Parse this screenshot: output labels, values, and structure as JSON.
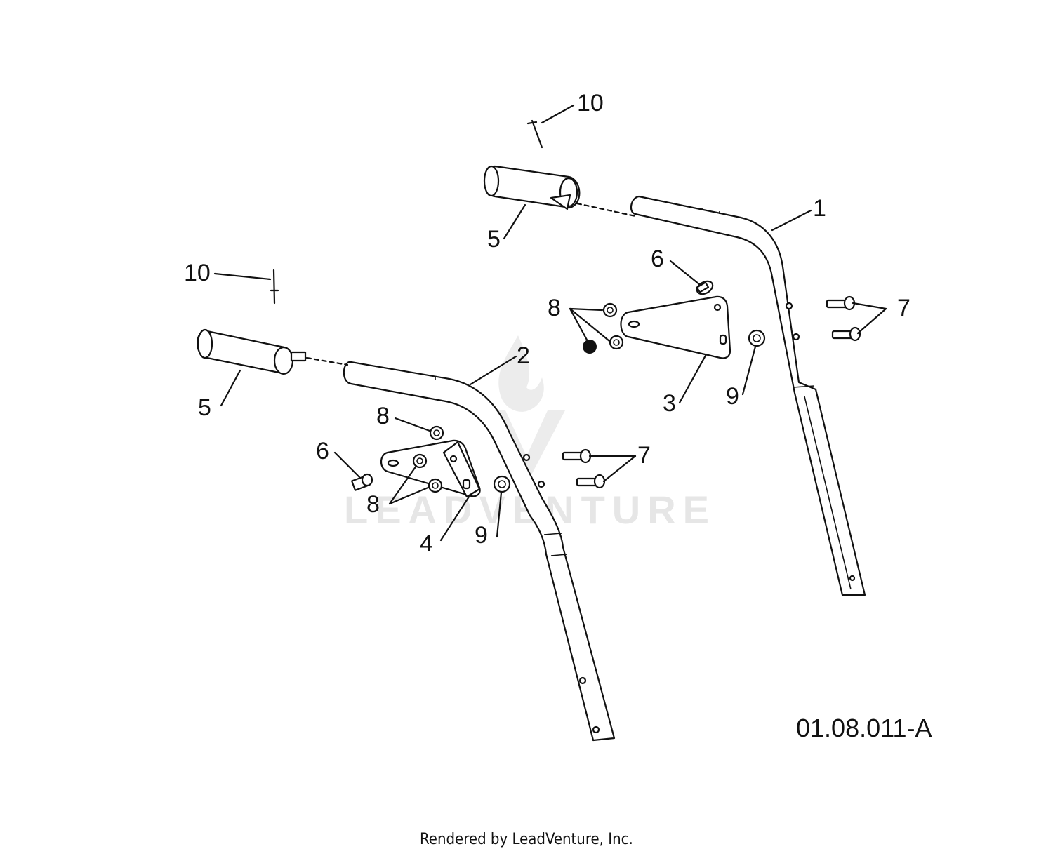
{
  "diagram": {
    "drawing_code": "01.08.011-A",
    "footer": "Rendered by LeadVenture, Inc.",
    "watermark": "LEADVENTURE",
    "callouts": {
      "upper_handle": "1",
      "lower_handle": "2",
      "upper_bracket": "3",
      "lower_bracket": "4",
      "upper_grip": "5",
      "lower_grip": "5",
      "upper_bolt_6": "6",
      "lower_bolt_6": "6",
      "upper_bolts_7": "7",
      "lower_bolts_7": "7",
      "upper_nuts_8": "8",
      "lower_nut_8_top": "8",
      "lower_nuts_8": "8",
      "upper_washer_9": "9",
      "lower_washer_9": "9",
      "upper_pin_10": "10",
      "lower_pin_10": "10"
    }
  }
}
